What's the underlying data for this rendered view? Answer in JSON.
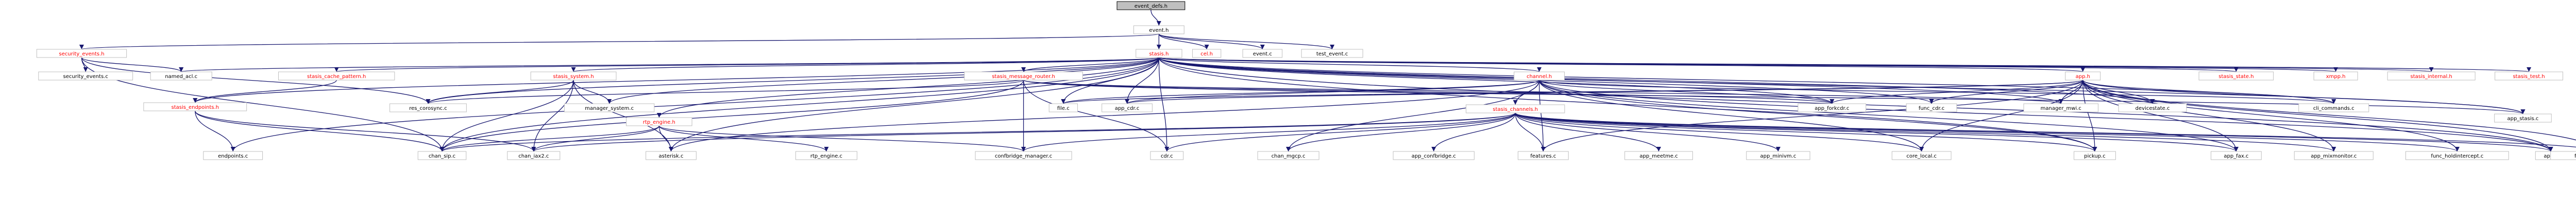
{
  "diagram": {
    "kind": "include-dependency-graph",
    "colors": {
      "edge": "#191970",
      "root_fill": "#bfbfbf",
      "box_border": "#bfbfbf",
      "header_text": "#ff0000",
      "source_text": "#000000"
    },
    "nodes": [
      {
        "id": "event_defs_h",
        "label": "event_defs.h",
        "kind": "root"
      },
      {
        "id": "event_h",
        "label": "event.h",
        "kind": "header-black"
      },
      {
        "id": "security_events_h",
        "label": "security_events.h",
        "kind": "header"
      },
      {
        "id": "stasis_h",
        "label": "stasis.h",
        "kind": "header"
      },
      {
        "id": "cel_h",
        "label": "cel.h",
        "kind": "header"
      },
      {
        "id": "event_c",
        "label": "event.c",
        "kind": "source"
      },
      {
        "id": "test_event_c",
        "label": "test_event.c",
        "kind": "source"
      },
      {
        "id": "security_events_c",
        "label": "security_events.c",
        "kind": "source"
      },
      {
        "id": "named_acl_c",
        "label": "named_acl.c",
        "kind": "source"
      },
      {
        "id": "stasis_cache_pattern_h",
        "label": "stasis_cache_pattern.h",
        "kind": "header"
      },
      {
        "id": "stasis_system_h",
        "label": "stasis_system.h",
        "kind": "header"
      },
      {
        "id": "stasis_message_router_h",
        "label": "stasis_message_router.h",
        "kind": "header"
      },
      {
        "id": "channel_h",
        "label": "channel.h",
        "kind": "header"
      },
      {
        "id": "app_h",
        "label": "app.h",
        "kind": "header"
      },
      {
        "id": "stasis_state_h",
        "label": "stasis_state.h",
        "kind": "header"
      },
      {
        "id": "xmpp_h",
        "label": "xmpp.h",
        "kind": "header"
      },
      {
        "id": "stasis_internal_h",
        "label": "stasis_internal.h",
        "kind": "header"
      },
      {
        "id": "stasis_test_h",
        "label": "stasis_test.h",
        "kind": "header"
      },
      {
        "id": "stasis_endpoints_h",
        "label": "stasis_endpoints.h",
        "kind": "header"
      },
      {
        "id": "res_corosync_c",
        "label": "res_corosync.c",
        "kind": "source"
      },
      {
        "id": "manager_system_c",
        "label": "manager_system.c",
        "kind": "source"
      },
      {
        "id": "rtp_engine_h",
        "label": "rtp_engine.h",
        "kind": "header"
      },
      {
        "id": "file_c",
        "label": "file.c",
        "kind": "source"
      },
      {
        "id": "app_cdr_c",
        "label": "app_cdr.c",
        "kind": "source"
      },
      {
        "id": "stasis_channels_h",
        "label": "stasis_channels.h",
        "kind": "header"
      },
      {
        "id": "app_forkcdr_c",
        "label": "app_forkcdr.c",
        "kind": "source"
      },
      {
        "id": "func_cdr_c",
        "label": "func_cdr.c",
        "kind": "source"
      },
      {
        "id": "manager_mwi_c",
        "label": "manager_mwi.c",
        "kind": "source"
      },
      {
        "id": "devicestate_c",
        "label": "devicestate.c",
        "kind": "source"
      },
      {
        "id": "cli_commands_c",
        "label": "cli_commands.c",
        "kind": "source"
      },
      {
        "id": "app_stasis_c",
        "label": "app_stasis.c",
        "kind": "source"
      },
      {
        "id": "endpoints_c",
        "label": "endpoints.c",
        "kind": "source"
      },
      {
        "id": "chan_sip_c",
        "label": "chan_sip.c",
        "kind": "source"
      },
      {
        "id": "chan_iax2_c",
        "label": "chan_iax2.c",
        "kind": "source"
      },
      {
        "id": "asterisk_c",
        "label": "asterisk.c",
        "kind": "source"
      },
      {
        "id": "rtp_engine_c",
        "label": "rtp_engine.c",
        "kind": "source"
      },
      {
        "id": "confbridge_manager_c",
        "label": "confbridge_manager.c",
        "kind": "source"
      },
      {
        "id": "cdr_c",
        "label": "cdr.c",
        "kind": "source"
      },
      {
        "id": "chan_mgcp_c",
        "label": "chan_mgcp.c",
        "kind": "source"
      },
      {
        "id": "app_confbridge_c",
        "label": "app_confbridge.c",
        "kind": "source"
      },
      {
        "id": "features_c",
        "label": "features.c",
        "kind": "source"
      },
      {
        "id": "app_meetme_c",
        "label": "app_meetme.c",
        "kind": "source"
      },
      {
        "id": "app_minivm_c",
        "label": "app_minivm.c",
        "kind": "source"
      },
      {
        "id": "core_local_c",
        "label": "core_local.c",
        "kind": "source"
      },
      {
        "id": "pickup_c",
        "label": "pickup.c",
        "kind": "source"
      },
      {
        "id": "app_fax_c",
        "label": "app_fax.c",
        "kind": "source"
      },
      {
        "id": "app_mixmonitor_c",
        "label": "app_mixmonitor.c",
        "kind": "source"
      },
      {
        "id": "func_holdintercept_c",
        "label": "func_holdintercept.c",
        "kind": "source"
      },
      {
        "id": "app_c",
        "label": "app.c",
        "kind": "source"
      },
      {
        "id": "func_talkdetect_c",
        "label": "func_talkdetect.c",
        "kind": "source"
      }
    ],
    "edges": [
      [
        "event_defs_h",
        "event_h"
      ],
      [
        "event_h",
        "security_events_h"
      ],
      [
        "event_h",
        "stasis_h"
      ],
      [
        "event_h",
        "cel_h"
      ],
      [
        "event_h",
        "event_c"
      ],
      [
        "event_h",
        "test_event_c"
      ],
      [
        "security_events_h",
        "security_events_c"
      ],
      [
        "security_events_h",
        "named_acl_c"
      ],
      [
        "security_events_h",
        "chan_sip_c"
      ],
      [
        "security_events_h",
        "res_corosync_c"
      ],
      [
        "stasis_h",
        "named_acl_c"
      ],
      [
        "stasis_h",
        "stasis_cache_pattern_h"
      ],
      [
        "stasis_h",
        "stasis_system_h"
      ],
      [
        "stasis_h",
        "stasis_message_router_h"
      ],
      [
        "stasis_h",
        "channel_h"
      ],
      [
        "stasis_h",
        "app_h"
      ],
      [
        "stasis_h",
        "stasis_state_h"
      ],
      [
        "stasis_h",
        "xmpp_h"
      ],
      [
        "stasis_h",
        "stasis_internal_h"
      ],
      [
        "stasis_h",
        "stasis_test_h"
      ],
      [
        "stasis_h",
        "stasis_endpoints_h"
      ],
      [
        "stasis_h",
        "res_corosync_c"
      ],
      [
        "stasis_h",
        "manager_system_c"
      ],
      [
        "stasis_h",
        "rtp_engine_h"
      ],
      [
        "stasis_h",
        "file_c"
      ],
      [
        "stasis_h",
        "app_cdr_c"
      ],
      [
        "stasis_h",
        "app_forkcdr_c"
      ],
      [
        "stasis_h",
        "func_cdr_c"
      ],
      [
        "stasis_h",
        "manager_mwi_c"
      ],
      [
        "stasis_h",
        "devicestate_c"
      ],
      [
        "stasis_h",
        "cli_commands_c"
      ],
      [
        "stasis_h",
        "app_stasis_c"
      ],
      [
        "stasis_h",
        "endpoints_c"
      ],
      [
        "stasis_h",
        "chan_sip_c"
      ],
      [
        "stasis_h",
        "asterisk_c"
      ],
      [
        "stasis_h",
        "cdr_c"
      ],
      [
        "stasis_h",
        "pickup_c"
      ],
      [
        "stasis_h",
        "app_c"
      ],
      [
        "stasis_cache_pattern_h",
        "stasis_endpoints_h"
      ],
      [
        "stasis_system_h",
        "res_corosync_c"
      ],
      [
        "stasis_system_h",
        "manager_system_c"
      ],
      [
        "stasis_system_h",
        "chan_sip_c"
      ],
      [
        "stasis_system_h",
        "chan_iax2_c"
      ],
      [
        "stasis_system_h",
        "asterisk_c"
      ],
      [
        "stasis_message_router_h",
        "res_corosync_c"
      ],
      [
        "stasis_message_router_h",
        "app_forkcdr_c"
      ],
      [
        "stasis_message_router_h",
        "manager_mwi_c"
      ],
      [
        "stasis_message_router_h",
        "cdr_c"
      ],
      [
        "stasis_message_router_h",
        "app_stasis_c"
      ],
      [
        "stasis_message_router_h",
        "chan_sip_c"
      ],
      [
        "stasis_message_router_h",
        "confbridge_manager_c"
      ],
      [
        "channel_h",
        "stasis_channels_h"
      ],
      [
        "channel_h",
        "file_c"
      ],
      [
        "channel_h",
        "app_cdr_c"
      ],
      [
        "channel_h",
        "app_forkcdr_c"
      ],
      [
        "channel_h",
        "chan_mgcp_c"
      ],
      [
        "channel_h",
        "features_c"
      ],
      [
        "channel_h",
        "core_local_c"
      ],
      [
        "channel_h",
        "pickup_c"
      ],
      [
        "channel_h",
        "app_fax_c"
      ],
      [
        "channel_h",
        "app_c"
      ],
      [
        "channel_h",
        "cli_commands_c"
      ],
      [
        "channel_h",
        "asterisk_c"
      ],
      [
        "app_h",
        "app_forkcdr_c"
      ],
      [
        "app_h",
        "func_cdr_c"
      ],
      [
        "app_h",
        "manager_mwi_c"
      ],
      [
        "app_h",
        "devicestate_c"
      ],
      [
        "app_h",
        "cli_commands_c"
      ],
      [
        "app_h",
        "app_stasis_c"
      ],
      [
        "app_h",
        "app_cdr_c"
      ],
      [
        "app_h",
        "file_c"
      ],
      [
        "app_h",
        "app_fax_c"
      ],
      [
        "app_h",
        "app_mixmonitor_c"
      ],
      [
        "app_h",
        "func_holdintercept_c"
      ],
      [
        "app_h",
        "app_c"
      ],
      [
        "app_h",
        "func_talkdetect_c"
      ],
      [
        "app_h",
        "pickup_c"
      ],
      [
        "app_h",
        "core_local_c"
      ],
      [
        "app_h",
        "features_c"
      ],
      [
        "stasis_endpoints_h",
        "endpoints_c"
      ],
      [
        "stasis_endpoints_h",
        "chan_sip_c"
      ],
      [
        "stasis_endpoints_h",
        "chan_iax2_c"
      ],
      [
        "rtp_engine_h",
        "chan_sip_c"
      ],
      [
        "rtp_engine_h",
        "chan_iax2_c"
      ],
      [
        "rtp_engine_h",
        "asterisk_c"
      ],
      [
        "rtp_engine_h",
        "rtp_engine_c"
      ],
      [
        "rtp_engine_h",
        "confbridge_manager_c"
      ],
      [
        "stasis_channels_h",
        "chan_sip_c"
      ],
      [
        "stasis_channels_h",
        "chan_iax2_c"
      ],
      [
        "stasis_channels_h",
        "confbridge_manager_c"
      ],
      [
        "stasis_channels_h",
        "cdr_c"
      ],
      [
        "stasis_channels_h",
        "chan_mgcp_c"
      ],
      [
        "stasis_channels_h",
        "app_confbridge_c"
      ],
      [
        "stasis_channels_h",
        "features_c"
      ],
      [
        "stasis_channels_h",
        "app_meetme_c"
      ],
      [
        "stasis_channels_h",
        "app_minivm_c"
      ],
      [
        "stasis_channels_h",
        "core_local_c"
      ],
      [
        "stasis_channels_h",
        "pickup_c"
      ],
      [
        "stasis_channels_h",
        "app_fax_c"
      ],
      [
        "stasis_channels_h",
        "app_mixmonitor_c"
      ],
      [
        "stasis_channels_h",
        "func_holdintercept_c"
      ],
      [
        "stasis_channels_h",
        "app_c"
      ],
      [
        "stasis_channels_h",
        "func_talkdetect_c"
      ]
    ]
  }
}
